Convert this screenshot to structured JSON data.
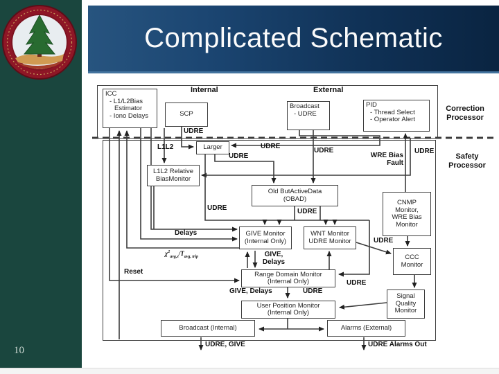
{
  "slide": {
    "title": "Complicated Schematic",
    "number": "10"
  },
  "diagram": {
    "region_labels": {
      "internal": "Internal",
      "external": "External",
      "correction": [
        "Correction",
        "Processor"
      ],
      "safety": [
        "Safety",
        "Processor"
      ]
    },
    "boxes": {
      "icc": {
        "lines": [
          "ICC",
          "- L1/L2Bias",
          "Estimator",
          "- Iono Delays"
        ]
      },
      "scp": {
        "lines": [
          "SCP"
        ]
      },
      "broadcast_udre": {
        "lines": [
          "Broadcast",
          "- UDRE"
        ]
      },
      "pid": {
        "lines": [
          "PID",
          "- Thread Select",
          "- Operator Alert"
        ]
      },
      "larger": {
        "lines": [
          "Larger"
        ]
      },
      "l1l2_bias": {
        "lines": [
          "L1L2 Relative",
          "BiasMonitor"
        ]
      },
      "obad": {
        "lines": [
          "Old ButActiveData",
          "(OBAD)"
        ]
      },
      "cnmp": {
        "lines": [
          "CNMP",
          "Monitor,",
          "WRE Bias",
          "Monitor"
        ]
      },
      "give": {
        "lines": [
          "GIVE Monitor",
          "(Internal Only)"
        ]
      },
      "wnt": {
        "lines": [
          "WNT Monitor",
          "UDRE Monitor"
        ]
      },
      "ccc": {
        "lines": [
          "CCC",
          "Monitor"
        ]
      },
      "rdm": {
        "lines": [
          "Range Domain Monitor",
          "(Internal Only)"
        ]
      },
      "sqm": {
        "lines": [
          "Signal",
          "Quality",
          "Monitor"
        ]
      },
      "upm": {
        "lines": [
          "User Position Monitor",
          "(Internal Only)"
        ]
      },
      "broadcast_internal": {
        "lines": [
          "Broadcast (Internal)"
        ]
      },
      "alarms_external": {
        "lines": [
          "Alarms (External)"
        ]
      }
    },
    "flow_labels": {
      "udre_scp": "UDRE",
      "l1l2": "L1L2",
      "udre_larger": "UDRE",
      "udre_below_larger": "UDRE",
      "udre_broadcast": "UDRE",
      "udre_pid": "UDRE",
      "wre_fault": [
        "WRE Bias",
        "Fault"
      ],
      "udre_left": "UDRE",
      "udre_obad": "UDRE",
      "delays": "Delays",
      "udre_wnt": "UDRE",
      "give_delays_v": [
        "GIVE,",
        "Delays"
      ],
      "chi": {
        "sym": "χ",
        "sup": "2",
        "sub1": "avg,s",
        "mid": "/T",
        "sub2": "avg, trip"
      },
      "reset": "Reset",
      "udre_rdm": "UDRE",
      "give_delays_h": "GIVE, Delays",
      "udre_upm": "UDRE",
      "udre_give_out": "UDRE, GIVE",
      "udre_alarms_out": "UDRE Alarms Out"
    }
  }
}
